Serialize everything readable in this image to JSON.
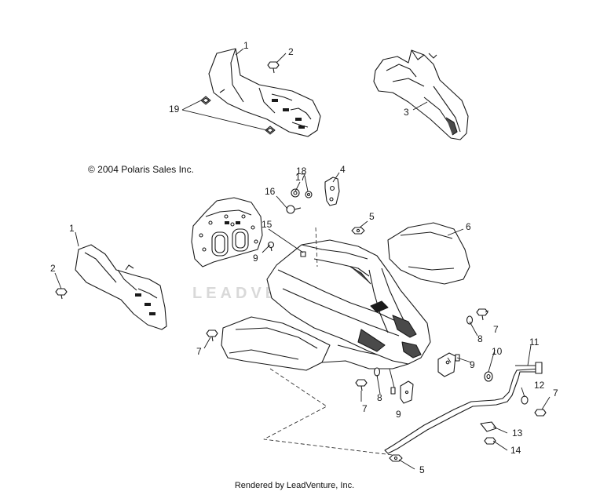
{
  "copyright": "© 2004 Polaris Sales Inc.",
  "footer": "Rendered by LeadVenture, Inc.",
  "watermark": "LEADVENTURE",
  "callouts": [
    {
      "id": "c1a",
      "label": "1"
    },
    {
      "id": "c2a",
      "label": "2"
    },
    {
      "id": "c19",
      "label": "19"
    },
    {
      "id": "c3",
      "label": "3"
    },
    {
      "id": "c17",
      "label": "17"
    },
    {
      "id": "c18",
      "label": "18"
    },
    {
      "id": "c4",
      "label": "4"
    },
    {
      "id": "c16",
      "label": "16"
    },
    {
      "id": "c5a",
      "label": "5"
    },
    {
      "id": "c6",
      "label": "6"
    },
    {
      "id": "c15",
      "label": "15"
    },
    {
      "id": "c9a",
      "label": "9"
    },
    {
      "id": "c1b",
      "label": "1"
    },
    {
      "id": "c2b",
      "label": "2"
    },
    {
      "id": "c7a",
      "label": "7"
    },
    {
      "id": "c7b",
      "label": "7"
    },
    {
      "id": "c8a",
      "label": "8"
    },
    {
      "id": "c10",
      "label": "10"
    },
    {
      "id": "c11",
      "label": "11"
    },
    {
      "id": "c9b",
      "label": "9"
    },
    {
      "id": "c12",
      "label": "12"
    },
    {
      "id": "c7c",
      "label": "7"
    },
    {
      "id": "c7d",
      "label": "7"
    },
    {
      "id": "c8b",
      "label": "8"
    },
    {
      "id": "c9c",
      "label": "9"
    },
    {
      "id": "c13",
      "label": "13"
    },
    {
      "id": "c14",
      "label": "14"
    },
    {
      "id": "c5b",
      "label": "5"
    }
  ],
  "colors": {
    "ink": "#1a1a1a",
    "part_fill": "#ffffff",
    "shade": "#4a4a4a"
  }
}
